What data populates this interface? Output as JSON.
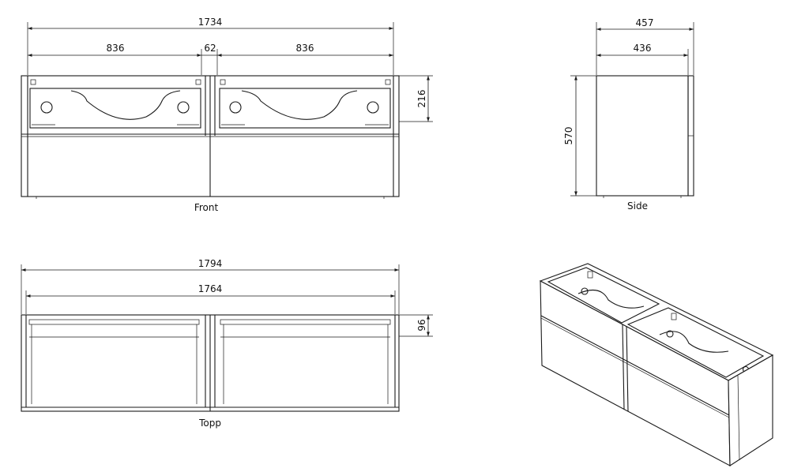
{
  "front": {
    "label": "Front",
    "dims": {
      "total_width": "1734",
      "left_width": "836",
      "gap": "62",
      "right_width": "836",
      "drawer_height": "216"
    }
  },
  "side": {
    "label": "Side",
    "dims": {
      "depth_total": "457",
      "depth_inner": "436",
      "height": "570"
    }
  },
  "top": {
    "label": "Topp",
    "dims": {
      "outer_width": "1794",
      "inner_width": "1764",
      "depth": "96"
    }
  },
  "colors": {
    "line": "#1a1a1a",
    "background": "#ffffff"
  }
}
